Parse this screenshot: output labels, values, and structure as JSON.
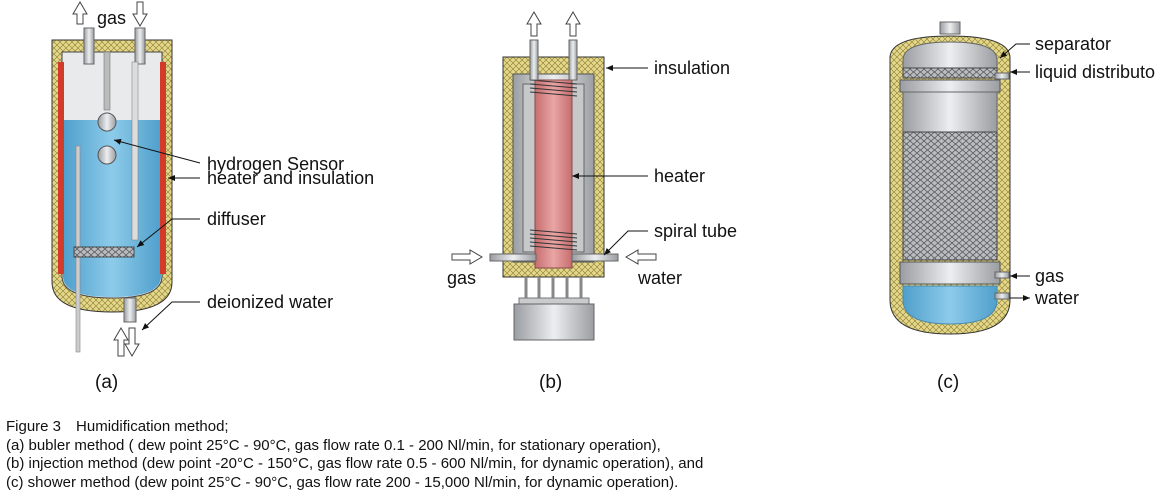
{
  "panel_a": {
    "labels": {
      "gas": "gas",
      "hydrogen_sensor": "hydrogen Sensor",
      "heater_insulation": "heater and insulation",
      "diffuser": "diffuser",
      "deionized_water": "deionized water"
    },
    "sub": "(a)"
  },
  "panel_b": {
    "labels": {
      "insulation": "insulation",
      "heater": "heater",
      "spiral_tube": "spiral tube",
      "gas": "gas",
      "water": "water"
    },
    "sub": "(b)"
  },
  "panel_c": {
    "labels": {
      "separator": "separator",
      "liquid_distributor": "liquid distributo",
      "gas": "gas",
      "water": "water"
    },
    "sub": "(c)"
  },
  "caption": {
    "title": "Figure 3 Humidification method;",
    "line_a": "(a) bubler method ( dew point 25°C - 90°C, gas flow rate 0.1 - 200 Nl/min, for stationary operation),",
    "line_b": "(b) injection method (dew point -20°C - 150°C, gas flow rate 0.5 - 600 Nl/min, for dynamic operation), and",
    "line_c": "(c) shower method (dew point 25°C - 90°C, gas flow rate 200 - 15,000 Nl/min, for dynamic operation)."
  },
  "colors": {
    "insulation": "#e3d78a",
    "water": "#6fb8df",
    "heater_red": "#d23b2a",
    "metal": "#d2d4d6",
    "heater_pink": "#d98888"
  }
}
